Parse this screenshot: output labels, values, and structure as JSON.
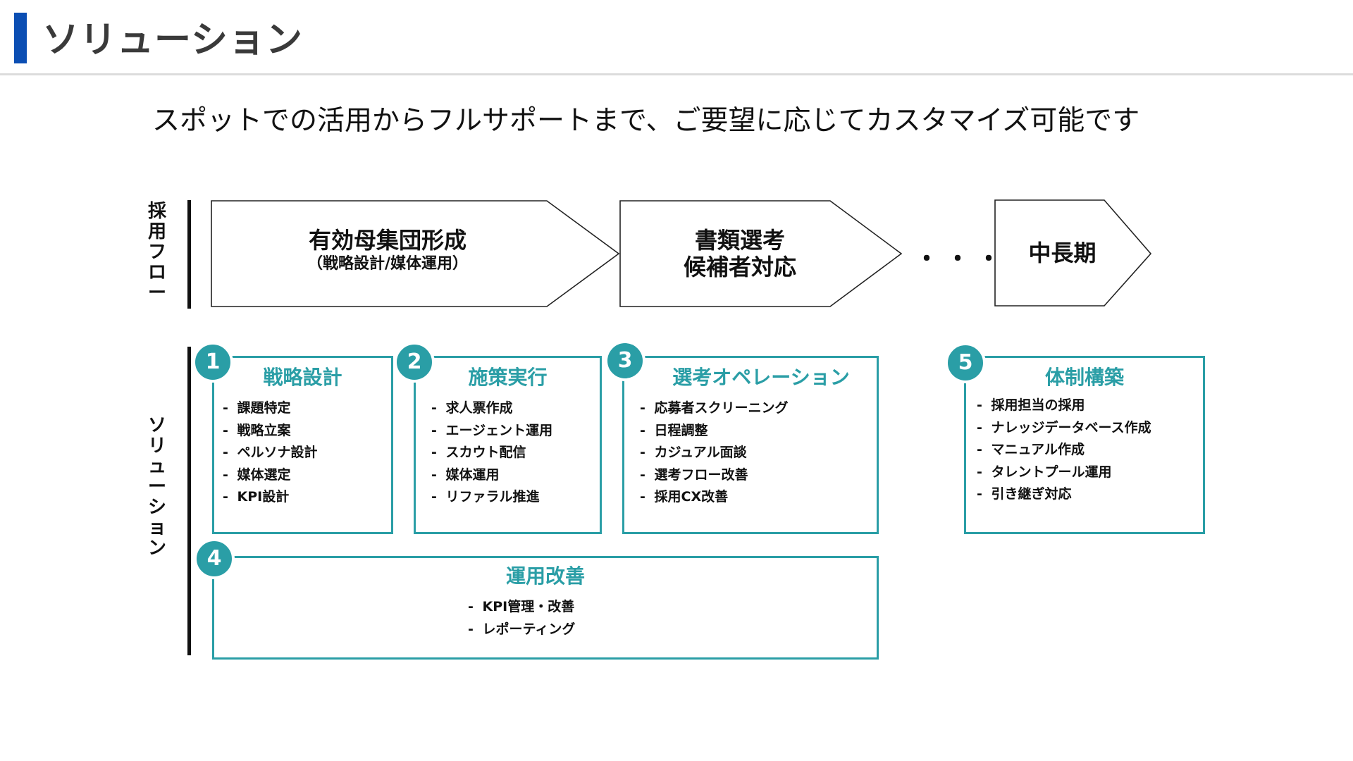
{
  "header": {
    "title": "ソリューション"
  },
  "subtitle": "スポットでの活用からフルサポートまで、ご要望に応じてカスタマイズ可能です",
  "flow_label": "採用フロー",
  "solution_label": "ソリューション",
  "flow": {
    "step1": {
      "main": "有効母集団形成",
      "sub": "（戦略設計/媒体運用）"
    },
    "step2": {
      "line1": "書類選考",
      "line2": "候補者対応"
    },
    "ellipsis": "・・・",
    "step3": {
      "main": "中長期"
    }
  },
  "solutions": [
    {
      "number": "1",
      "title": "戦略設計",
      "items": [
        "課題特定",
        "戦略立案",
        "ペルソナ設計",
        "媒体選定",
        "KPI設計"
      ]
    },
    {
      "number": "2",
      "title": "施策実行",
      "items": [
        "求人票作成",
        "エージェント運用",
        "スカウト配信",
        "媒体運用",
        "リファラル推進"
      ]
    },
    {
      "number": "3",
      "title": "選考オペレーション",
      "items": [
        "応募者スクリーニング",
        "日程調整",
        "カジュアル面談",
        "選考フロー改善",
        "採用CX改善"
      ]
    },
    {
      "number": "4",
      "title": "運用改善",
      "items": [
        "KPI管理・改善",
        "レポーティング"
      ]
    },
    {
      "number": "5",
      "title": "体制構築",
      "items": [
        "採用担当の採用",
        "ナレッジデータベース作成",
        "マニュアル作成",
        "タレントプール運用",
        "引き継ぎ対応"
      ]
    }
  ],
  "colors": {
    "accent": "#0b4eb3",
    "teal": "#2a9ea6"
  }
}
